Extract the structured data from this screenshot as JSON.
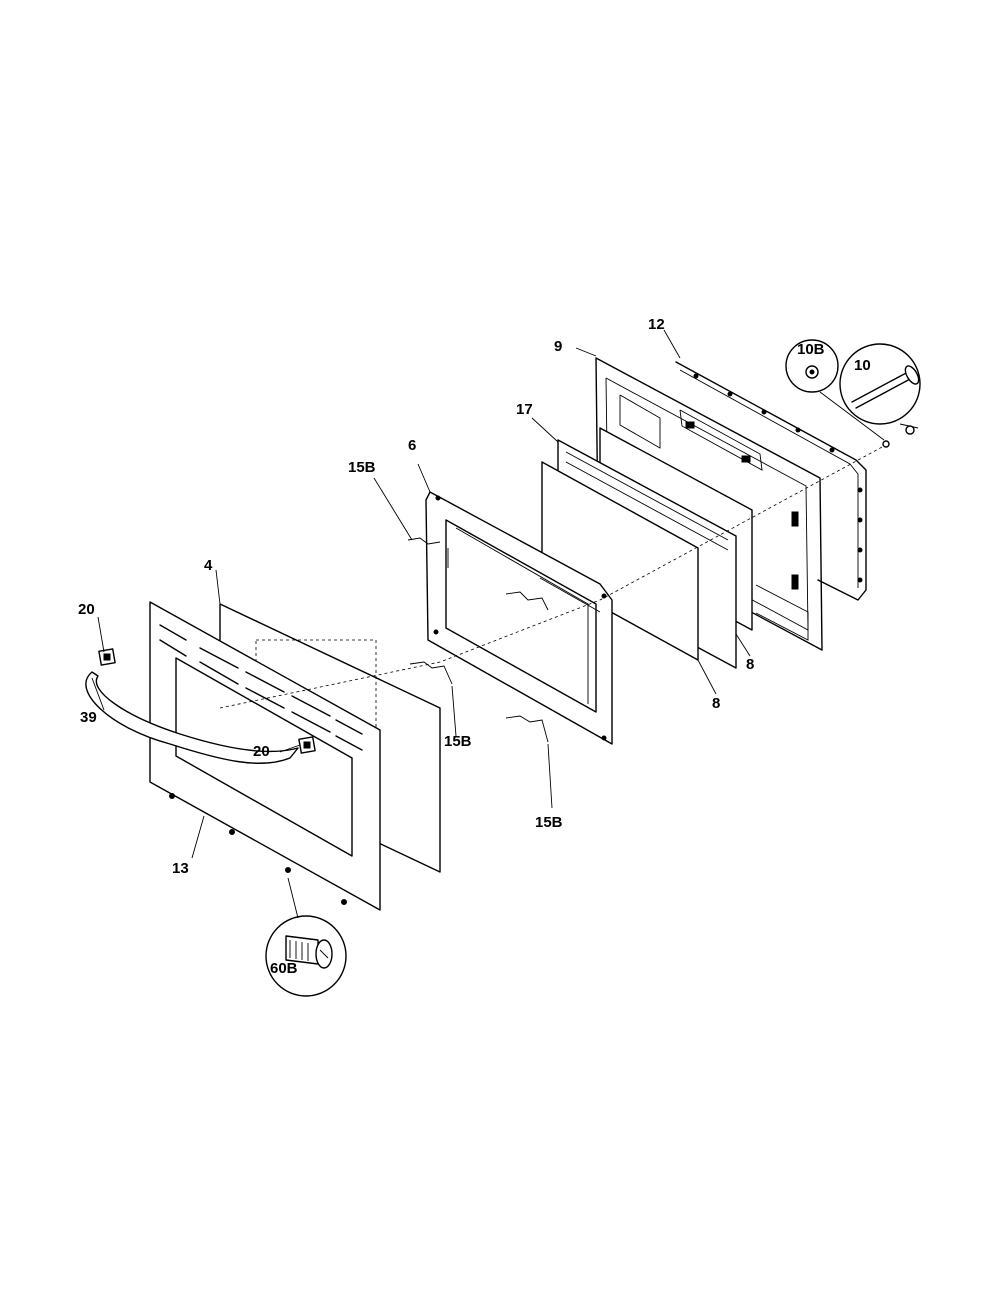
{
  "labels": {
    "p4": "4",
    "p6": "6",
    "p8a": "8",
    "p8b": "8",
    "p9": "9",
    "p10": "10",
    "p10b": "10B",
    "p12": "12",
    "p13": "13",
    "p15b_a": "15B",
    "p15b_b": "15B",
    "p15b_c": "15B",
    "p17": "17",
    "p20a": "20",
    "p20b": "20",
    "p39": "39",
    "p60b": "60B"
  }
}
